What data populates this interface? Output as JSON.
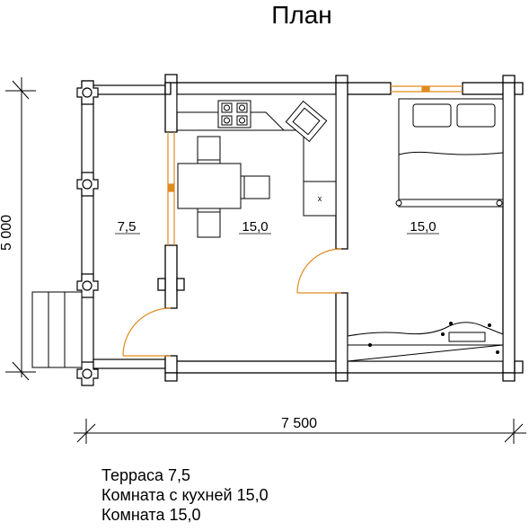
{
  "title": "План",
  "dimensions": {
    "height_label": "5 000",
    "width_label": "7 500"
  },
  "rooms": [
    {
      "id": "terrace",
      "area": "7,5"
    },
    {
      "id": "kitchen-room",
      "area": "15,0"
    },
    {
      "id": "bedroom",
      "area": "15,0"
    }
  ],
  "stove_mark": "x",
  "legend": [
    "Терраса 7,5",
    "Комната с кухней 15,0",
    "Комната 15,0"
  ],
  "colors": {
    "line": "#000000",
    "door": "#e08a1e",
    "window": "#e08a1e"
  }
}
